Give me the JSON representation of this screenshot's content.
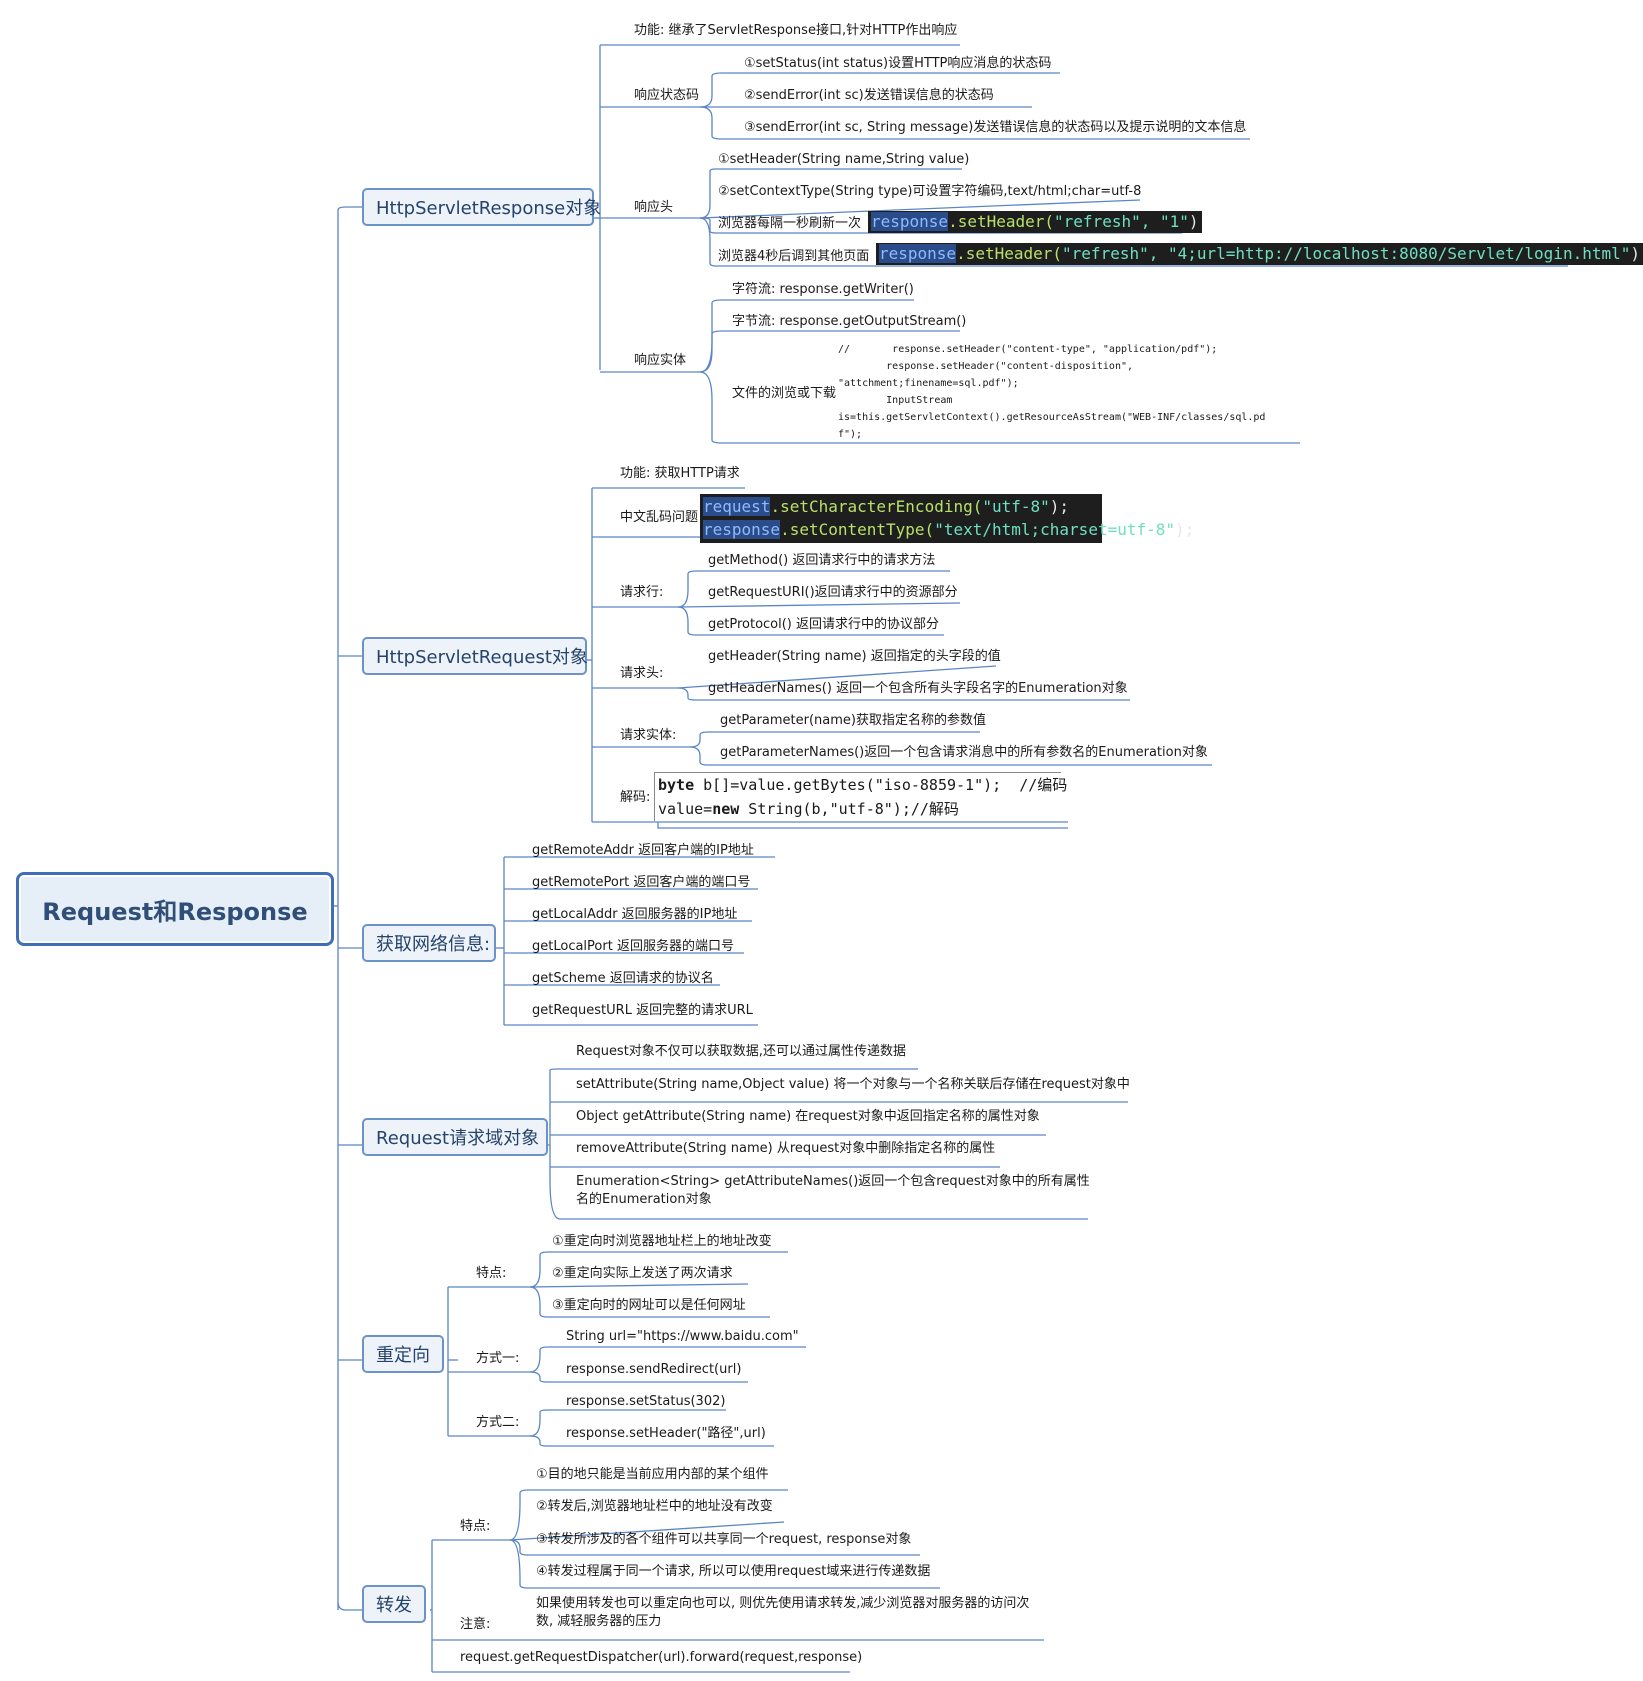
{
  "root": "Request和Response",
  "response": {
    "title": "HttpServletResponse对象",
    "func": "功能: 继承了ServletResponse接口,针对HTTP作出响应",
    "status": {
      "label": "响应状态码",
      "items": [
        "①setStatus(int status)设置HTTP响应消息的状态码",
        "②sendError(int sc)发送错误信息的状态码",
        "③sendError(int sc, String message)发送错误信息的状态码以及提示说明的文本信息"
      ]
    },
    "header": {
      "label": "响应头",
      "items": [
        "①setHeader(String name,String value)",
        "②setContextType(String type)可设置字符编码,text/html;char=utf-8"
      ],
      "refresh1_label": "浏览器每隔一秒刷新一次",
      "refresh1_obj": "response",
      "refresh1_mth": ".setHeader(",
      "refresh1_str": "\"refresh\", \"1\"",
      "refresh1_end": ")",
      "refresh2_label": "浏览器4秒后调到其他页面",
      "refresh2_obj": "response",
      "refresh2_mth": ".setHeader(",
      "refresh2_str": "\"refresh\", \"4;url=http://localhost:8080/Servlet/login.html\"",
      "refresh2_end": ")"
    },
    "body": {
      "label": "响应实体",
      "char_stream": "字符流: response.getWriter()",
      "byte_stream": "字节流: response.getOutputStream()",
      "download_label": "文件的浏览或下载",
      "download_code": "//       response.setHeader(\"content-type\", \"application/pdf\");\n        response.setHeader(\"content-disposition\",\n\"attchment;finename=sql.pdf\");\n        InputStream\nis=this.getServletContext().getResourceAsStream(\"WEB-INF/classes/sql.pd\nf\");"
    }
  },
  "request": {
    "title": "HttpServletRequest对象",
    "func": "功能: 获取HTTP请求",
    "encoding": {
      "label": "中文乱码问题",
      "line1_obj": "request",
      "line1_mth": ".setCharacterEncoding(",
      "line1_str": "\"utf-8\"",
      "line1_end": ");",
      "line2_obj": "response",
      "line2_mth": ".setContentType(",
      "line2_str": "\"text/html;charset=utf-8\"",
      "line2_end": ");"
    },
    "line": {
      "label": "请求行:",
      "items": [
        "getMethod() 返回请求行中的请求方法",
        "getRequestURI()返回请求行中的资源部分",
        "getProtocol() 返回请求行中的协议部分"
      ]
    },
    "head": {
      "label": "请求头:",
      "items": [
        "getHeader(String name) 返回指定的头字段的值",
        "getHeaderNames()  返回一个包含所有头字段名字的Enumeration对象"
      ]
    },
    "entity": {
      "label": "请求实体:",
      "items": [
        "getParameter(name)获取指定名称的参数值",
        "getParameterNames()返回一个包含请求消息中的所有参数名的Enumeration对象"
      ]
    },
    "decode": {
      "label": "解码:",
      "kw1": "byte",
      "line1": " b[]=value.getBytes(\"iso-8859-1\");  //编码",
      "line2a": "value=",
      "kw2": "new",
      "line2b": " String(b,\"utf-8\");//解码"
    }
  },
  "network": {
    "title": "获取网络信息:",
    "items": [
      "getRemoteAddr  返回客户端的IP地址",
      "getRemotePort 返回客户端的端口号",
      "getLocalAddr  返回服务器的IP地址",
      "getLocalPort 返回服务器的端口号",
      "getScheme 返回请求的协议名",
      "getRequestURL 返回完整的请求URL"
    ]
  },
  "scope": {
    "title": "Request请求域对象",
    "items": [
      "Request对象不仅可以获取数据,还可以通过属性传递数据",
      "setAttribute(String name,Object value) 将一个对象与一个名称关联后存储在request对象中",
      "Object getAttribute(String name) 在request对象中返回指定名称的属性对象",
      "removeAttribute(String name)  从request对象中删除指定名称的属性"
    ],
    "last_line1": "Enumeration<String> getAttributeNames()返回一个包含request对象中的所有属性",
    "last_line2": "名的Enumeration对象"
  },
  "redirect": {
    "title": "重定向",
    "feature": {
      "label": "特点:",
      "items": [
        "①重定向时浏览器地址栏上的地址改变",
        "②重定向实际上发送了两次请求",
        "③重定向时的网址可以是任何网址"
      ]
    },
    "way1": {
      "label": "方式一:",
      "items": [
        "String url=\"https://www.baidu.com\"",
        "response.sendRedirect(url)"
      ]
    },
    "way2": {
      "label": "方式二:",
      "items": [
        "response.setStatus(302)",
        "response.setHeader(\"路径\",url)"
      ]
    }
  },
  "forward": {
    "title": "转发",
    "feature": {
      "label": "特点:",
      "items": [
        "①目的地只能是当前应用内部的某个组件",
        "②转发后,浏览器地址栏中的地址没有改变",
        "③转发所涉及的各个组件可以共享同一个request, response对象",
        "④转发过程属于同一个请求, 所以可以使用request域来进行传递数据"
      ]
    },
    "note": {
      "label": "注意:",
      "line1": "如果使用转发也可以重定向也可以, 则优先使用请求转发,减少浏览器对服务器的访问次",
      "line2": "数, 减轻服务器的压力"
    },
    "call": "request.getRequestDispatcher(url).forward(request,response)"
  },
  "colors": {
    "line": "#5b86c5",
    "root_border": "#3f6fb7",
    "code_bg": "#1e1e1e"
  }
}
